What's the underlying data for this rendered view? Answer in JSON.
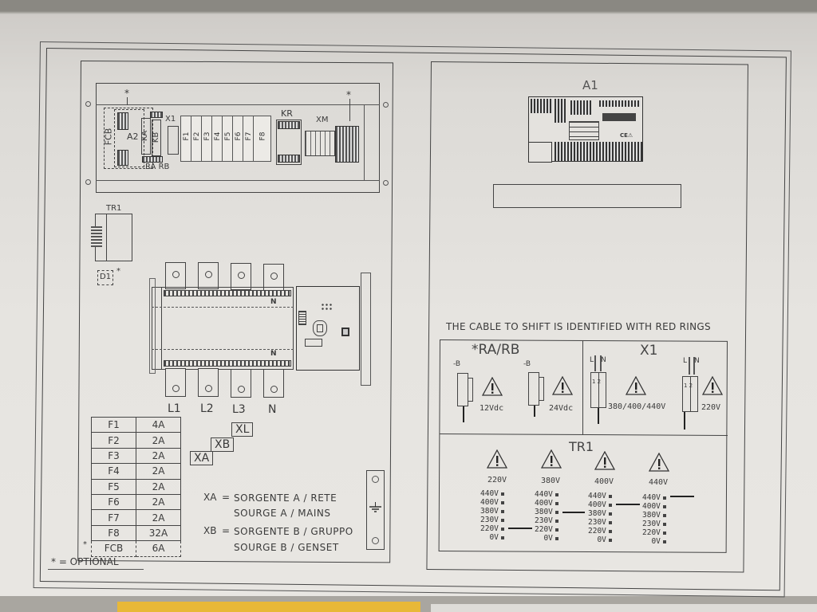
{
  "left_panel": {
    "rail_labels": {
      "optional_marker": "*",
      "fcb": "FCB",
      "a2": "A2",
      "ka": "KA",
      "kb": "KB",
      "ra_rb": "RA RB",
      "x1": "X1",
      "kr": "KR",
      "xm": "XM",
      "optional_marker_xm": "*"
    },
    "fuses": [
      "F1",
      "F2",
      "F3",
      "F4",
      "F5",
      "F6",
      "F7",
      "F8"
    ],
    "tr1_label": "TR1",
    "d1_label": "D1",
    "d1_optional": "*",
    "terminals": [
      "L1",
      "L2",
      "L3",
      "N"
    ],
    "neutral_top": "N",
    "neutral_bottom": "N",
    "fuse_table": [
      {
        "fuse": "F1",
        "rating": "4A"
      },
      {
        "fuse": "F2",
        "rating": "2A"
      },
      {
        "fuse": "F3",
        "rating": "2A"
      },
      {
        "fuse": "F4",
        "rating": "2A"
      },
      {
        "fuse": "F5",
        "rating": "2A"
      },
      {
        "fuse": "F6",
        "rating": "2A"
      },
      {
        "fuse": "F7",
        "rating": "2A"
      },
      {
        "fuse": "F8",
        "rating": "32A"
      },
      {
        "fuse": "FCB",
        "rating": "6A",
        "optional": true,
        "marker": "*"
      }
    ],
    "connectors": [
      "XA",
      "XB",
      "XL"
    ],
    "legend": {
      "xa_key": "XA",
      "eq": "=",
      "xa_line1": "SORGENTE A / RETE",
      "xa_line2": "SOURGE A / MAINS",
      "xb_key": "XB",
      "xb_line1": "SORGENTE B / GRUPPO",
      "xb_line2": "SOURGE B / GENSET"
    },
    "footnote": "* = OPTIONAL"
  },
  "right_panel": {
    "a1_label": "A1",
    "cable_note": "THE CABLE TO SHIFT IS IDENTIFIED WITH RED RINGS",
    "ra_rb": {
      "title": "*RA/RB",
      "relays": [
        {
          "terminal": "-B",
          "voltage": "12Vdc"
        },
        {
          "terminal": "-B",
          "voltage": "24Vdc"
        }
      ]
    },
    "x1": {
      "title": "X1",
      "blocks": [
        {
          "l": "L",
          "n": "N",
          "pins": "1 2",
          "voltage": "380/400/440V"
        },
        {
          "l": "L",
          "n": "N",
          "pins": "1 2",
          "voltage": "220V"
        }
      ]
    },
    "tr1": {
      "title": "TR1",
      "taps": [
        "440V",
        "400V",
        "380V",
        "230V",
        "220V",
        "0V"
      ],
      "configs": [
        {
          "supply": "220V",
          "selected": "220V",
          "selected_index": 4
        },
        {
          "supply": "380V",
          "selected": "380V",
          "selected_index": 2
        },
        {
          "supply": "400V",
          "selected": "400V",
          "selected_index": 1
        },
        {
          "supply": "440V",
          "selected": "440V",
          "selected_index": 0
        }
      ]
    }
  },
  "colors": {
    "paper": "#e6e4e0",
    "line": "#444444",
    "text": "#3a3a3a",
    "wall_top": "#8a8882",
    "yellow_strip": "#e8b838"
  }
}
